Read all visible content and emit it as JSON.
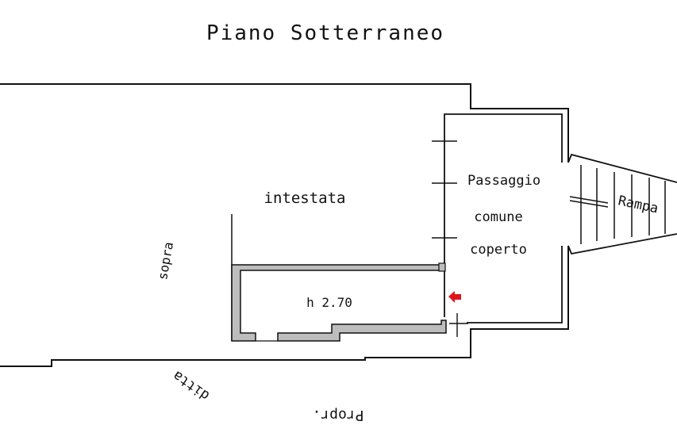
{
  "title": "Piano Sotterraneo",
  "labels": {
    "intestata": "intestata",
    "sopra": "sopra",
    "height": "h 2.70",
    "passaggio_line1": "Passaggio",
    "passaggio_line2": "comune",
    "passaggio_line3": "coperto",
    "rampa": "Rampa",
    "ditta": "ditta",
    "propr": "Propr."
  },
  "colors": {
    "ink": "#111111",
    "wall_fill": "#bdbdbd",
    "arrow": "#e0141e"
  },
  "icons": {
    "entrance_marker": "red-arrow-left-icon"
  }
}
